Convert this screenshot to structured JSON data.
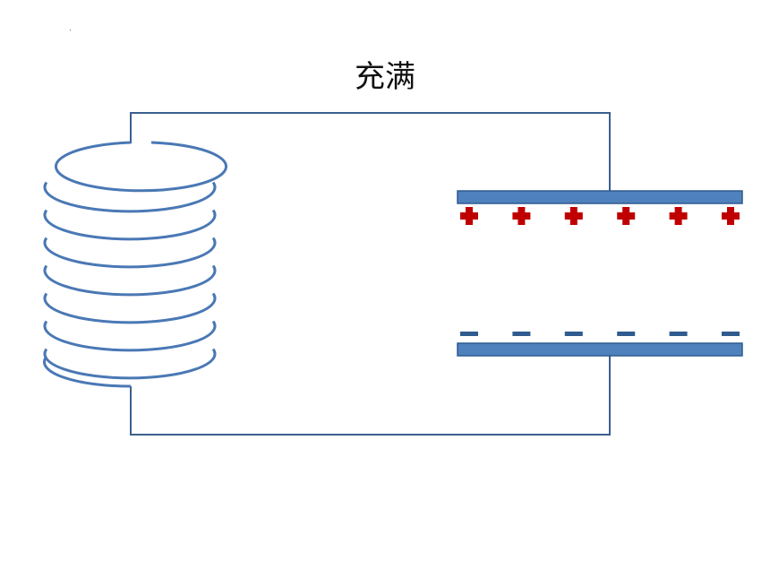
{
  "title": "充满",
  "colors": {
    "wire": "#3b5f8f",
    "coil": "#4a78b5",
    "plate_fill": "#4f81bd",
    "plate_stroke": "#2f5b8f",
    "positive_charge": "#c00000",
    "negative_charge": "#2f5b8f"
  },
  "coil": {
    "turns": 8
  },
  "capacitor": {
    "top_plate_sign": "positive",
    "bottom_plate_sign": "negative",
    "charges_per_plate": 6
  }
}
